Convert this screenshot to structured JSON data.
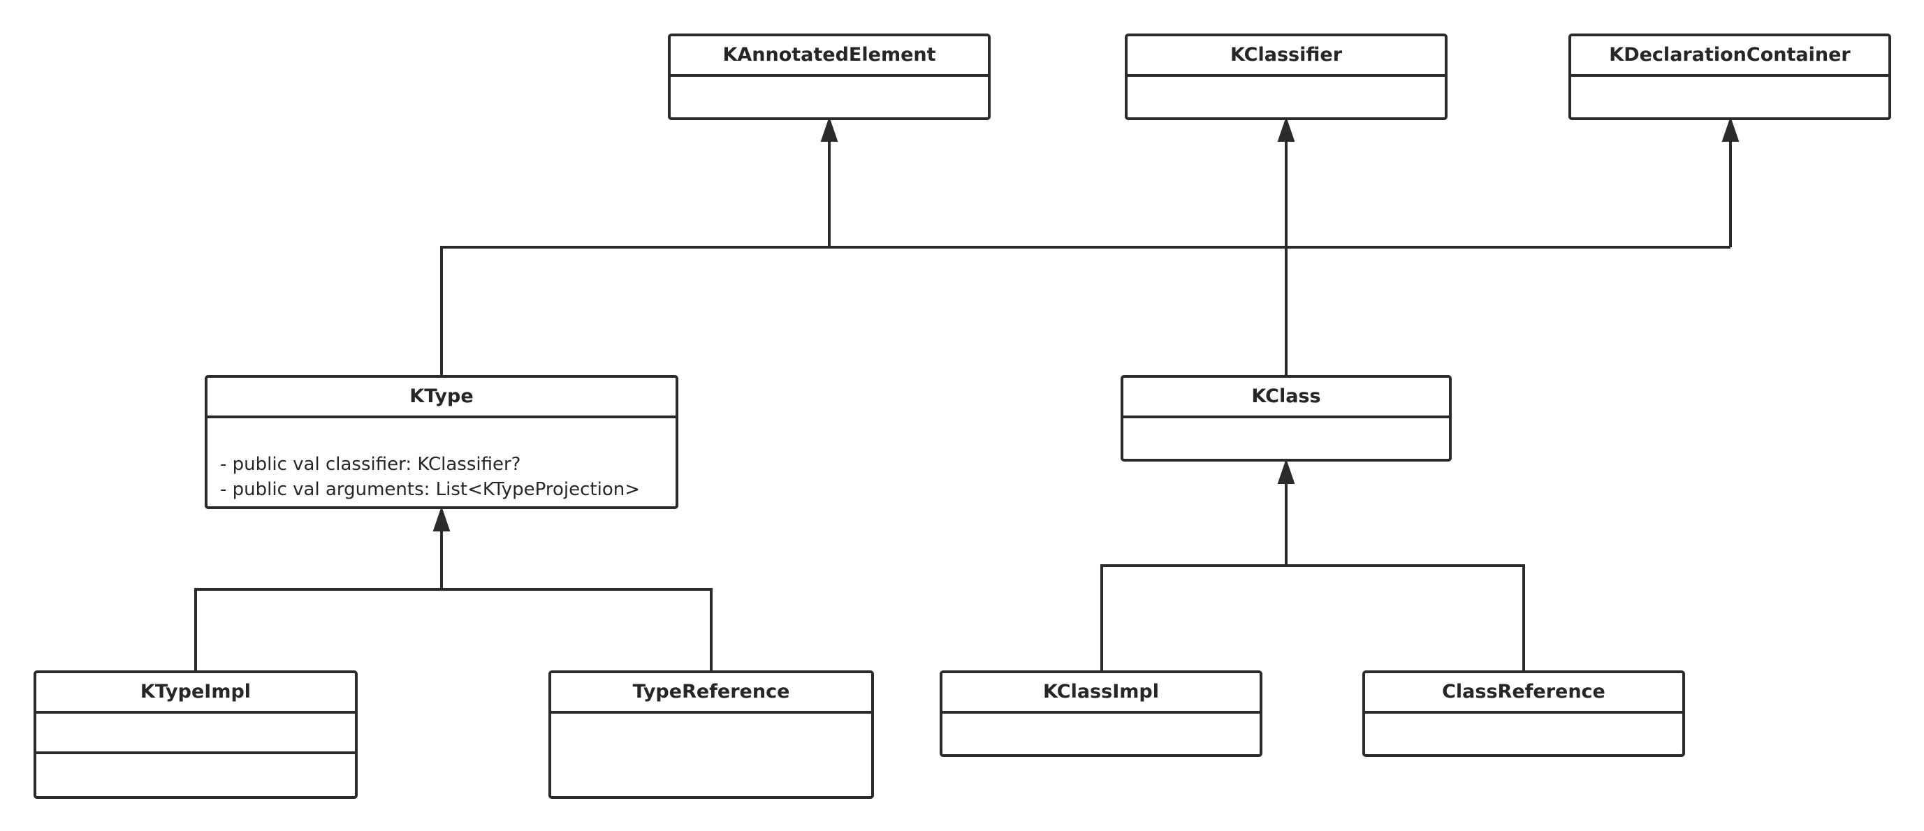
{
  "diagram": {
    "classes": {
      "kannotated_element": {
        "name": "KAnnotatedElement",
        "attributes": []
      },
      "kclassifier": {
        "name": "KClassifier",
        "attributes": []
      },
      "kdeclaration_container": {
        "name": "KDeclarationContainer",
        "attributes": []
      },
      "ktype": {
        "name": "KType",
        "attributes": [
          "- public val classifier: KClassifier?",
          "- public val arguments: List<KTypeProjection>"
        ]
      },
      "kclass": {
        "name": "KClass",
        "attributes": []
      },
      "ktype_impl": {
        "name": "KTypeImpl",
        "attributes": []
      },
      "type_reference": {
        "name": "TypeReference",
        "attributes": []
      },
      "kclass_impl": {
        "name": "KClassImpl",
        "attributes": []
      },
      "class_reference": {
        "name": "ClassReference",
        "attributes": []
      }
    },
    "relations": [
      {
        "type": "generalization",
        "from": "ktype",
        "to": "kannotated_element"
      },
      {
        "type": "generalization",
        "from": "ktype",
        "to": "kdeclaration_container"
      },
      {
        "type": "generalization",
        "from": "kclass",
        "to": "kclassifier"
      },
      {
        "type": "generalization",
        "from": "ktype_impl",
        "to": "ktype"
      },
      {
        "type": "generalization",
        "from": "type_reference",
        "to": "ktype"
      },
      {
        "type": "generalization",
        "from": "kclass_impl",
        "to": "kclass"
      },
      {
        "type": "generalization",
        "from": "class_reference",
        "to": "kclass"
      }
    ],
    "colors": {
      "stroke": "#2b2b2b",
      "text": "#262626",
      "background": "#ffffff"
    }
  }
}
